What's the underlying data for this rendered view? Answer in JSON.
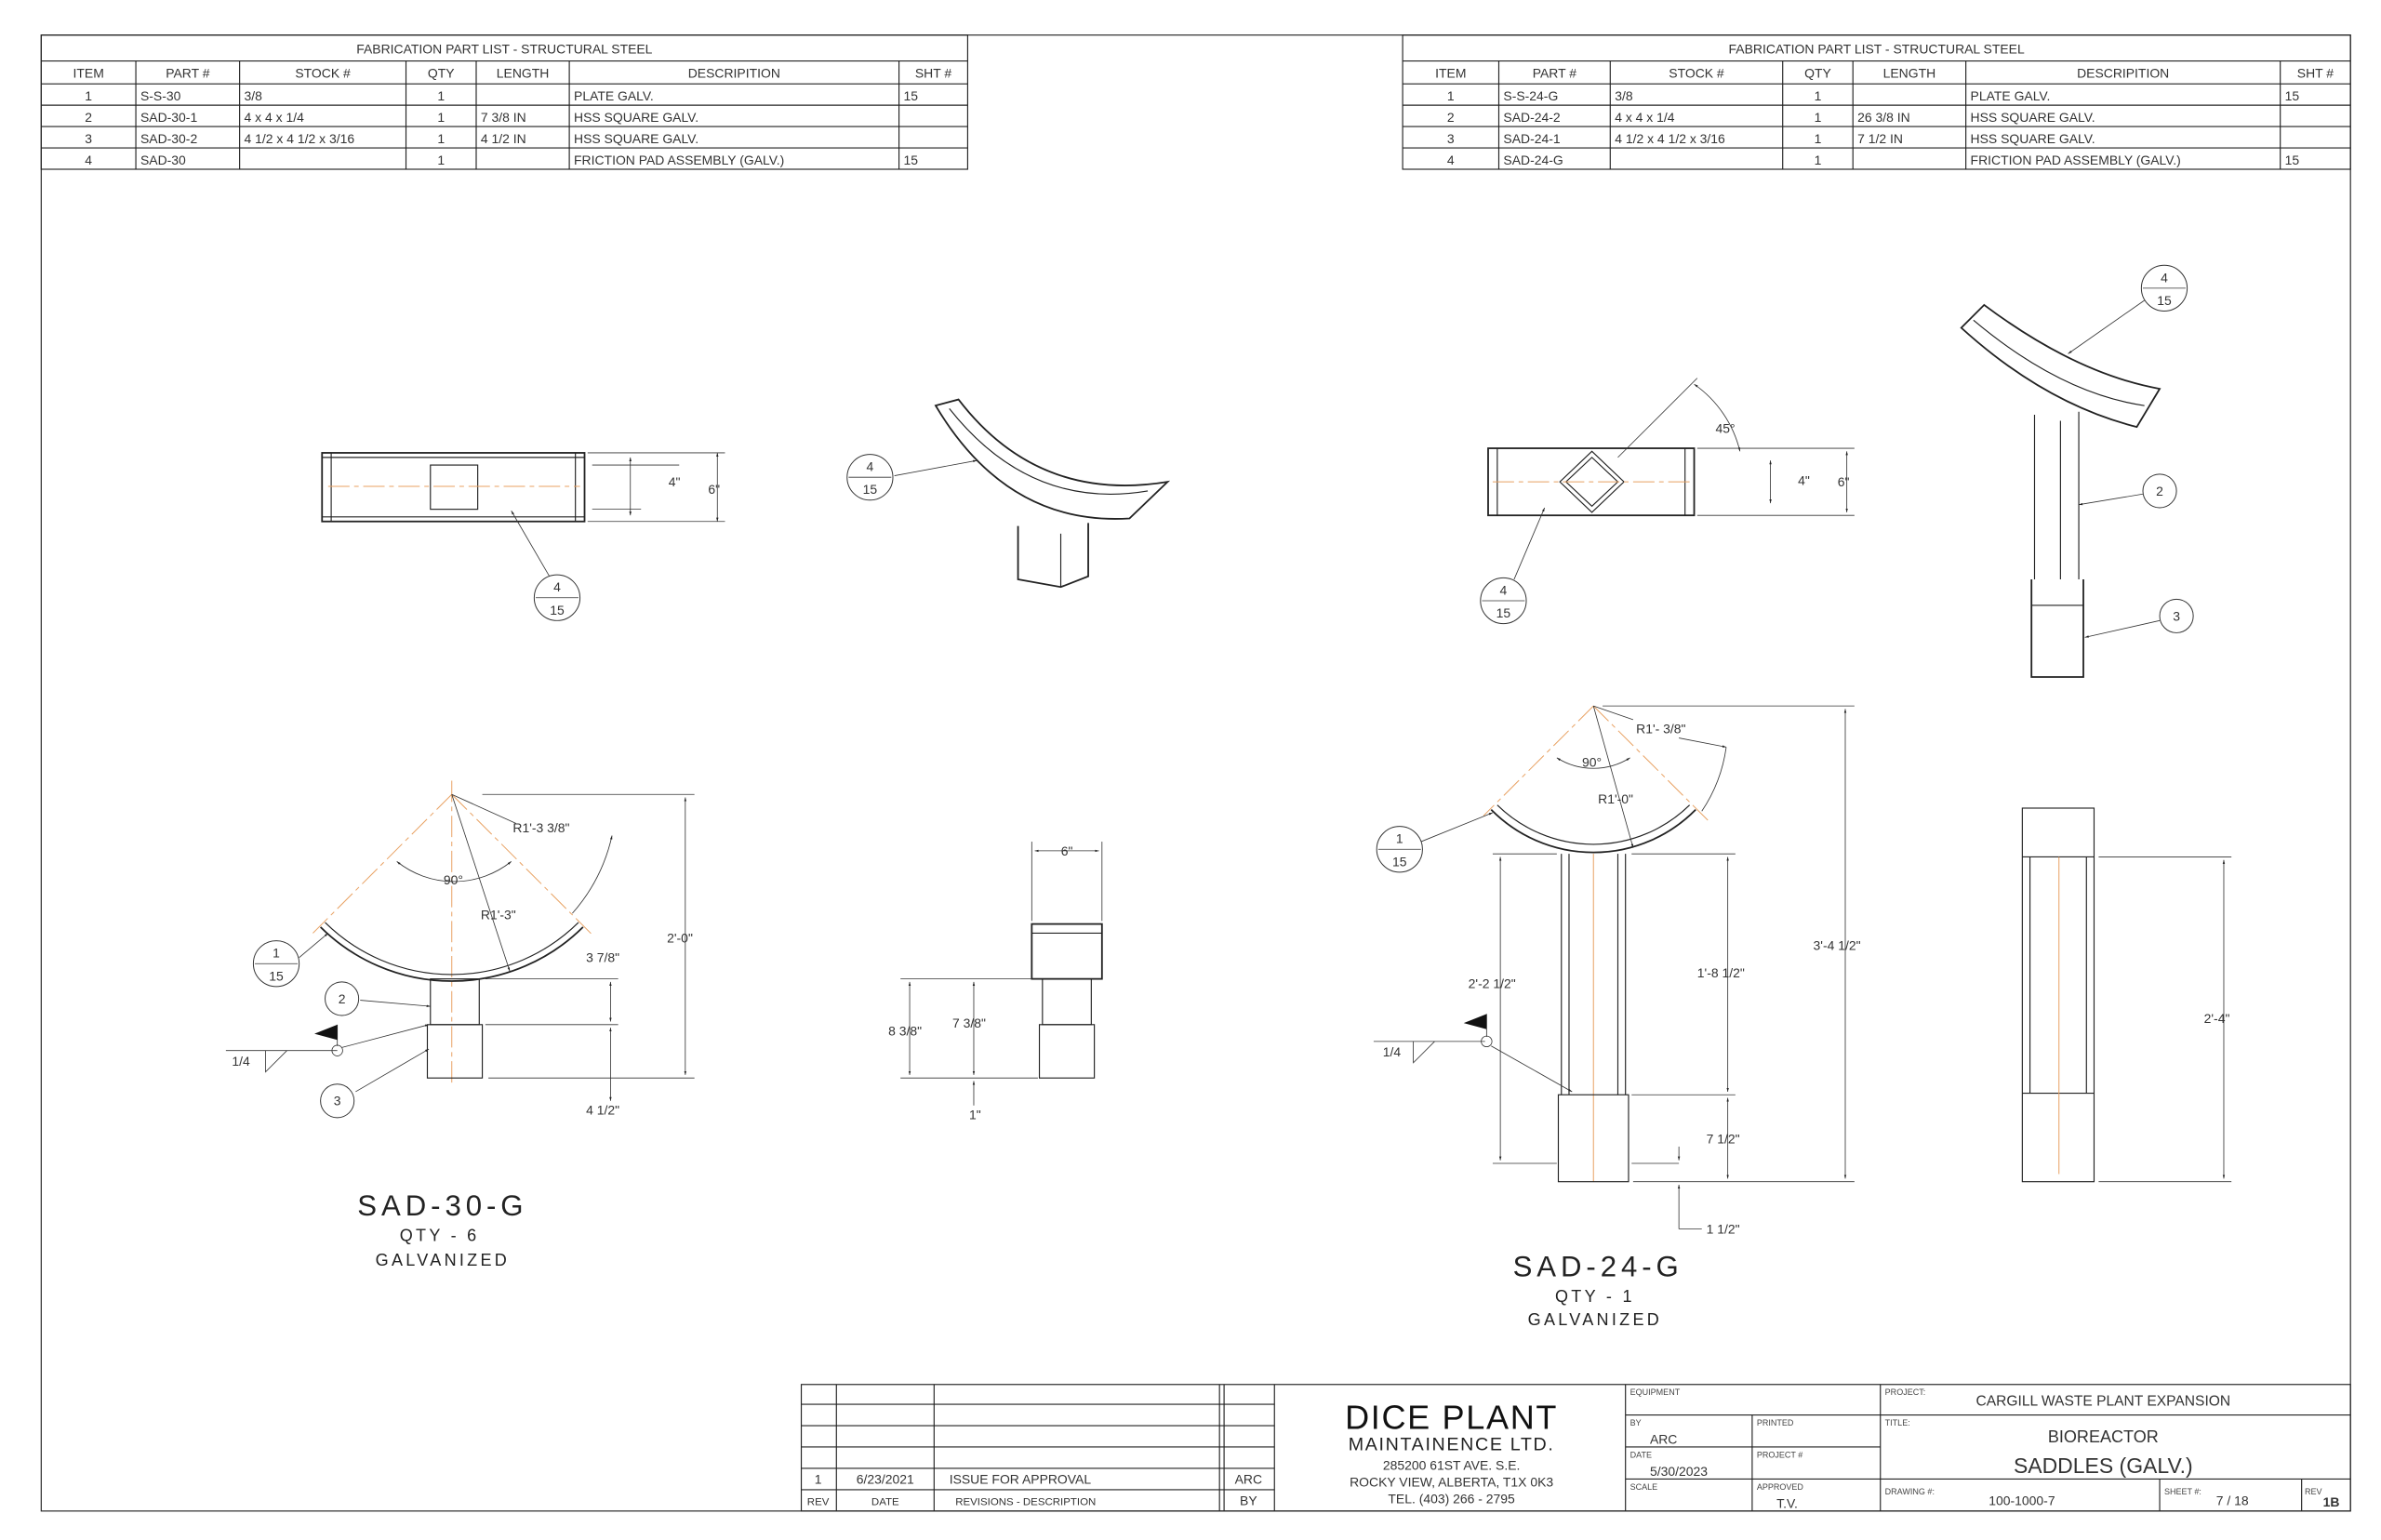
{
  "tables": [
    {
      "title": "FABRICATION PART LIST - STRUCTURAL STEEL",
      "headers": [
        "ITEM",
        "PART #",
        "STOCK #",
        "QTY",
        "LENGTH",
        "DESCRIPITION",
        "SHT #"
      ],
      "rows": [
        [
          "1",
          "S-S-30",
          "3/8",
          "1",
          "",
          "PLATE GALV.",
          "15"
        ],
        [
          "2",
          "SAD-30-1",
          "4 x 4 x 1/4",
          "1",
          "7 3/8 IN",
          "HSS SQUARE GALV.",
          ""
        ],
        [
          "3",
          "SAD-30-2",
          "4 1/2 x 4 1/2 x 3/16",
          "1",
          "4 1/2 IN",
          "HSS SQUARE GALV.",
          ""
        ],
        [
          "4",
          "SAD-30",
          "",
          "1",
          "",
          "FRICTION PAD ASSEMBLY (GALV.)",
          "15"
        ]
      ]
    },
    {
      "title": "FABRICATION PART LIST - STRUCTURAL STEEL",
      "headers": [
        "ITEM",
        "PART #",
        "STOCK #",
        "QTY",
        "LENGTH",
        "DESCRIPITION",
        "SHT #"
      ],
      "rows": [
        [
          "1",
          "S-S-24-G",
          "3/8",
          "1",
          "",
          "PLATE GALV.",
          "15"
        ],
        [
          "2",
          "SAD-24-2",
          "4 x 4 x 1/4",
          "1",
          "26 3/8 IN",
          "HSS SQUARE GALV.",
          ""
        ],
        [
          "3",
          "SAD-24-1",
          "4 1/2 x 4 1/2 x 3/16",
          "1",
          "7 1/2 IN",
          "HSS SQUARE GALV.",
          ""
        ],
        [
          "4",
          "SAD-24-G",
          "",
          "1",
          "",
          "FRICTION PAD ASSEMBLY (GALV.)",
          "15"
        ]
      ]
    }
  ],
  "left": {
    "plan": {
      "dim_4": "4\"",
      "dim_6": "6\"",
      "callout": {
        "top": "4",
        "bottom": "15"
      }
    },
    "iso": {
      "callout": {
        "top": "4",
        "bottom": "15"
      }
    },
    "elev": {
      "r_outer": "R1'-3 3/8\"",
      "r_inner": "R1'-3\"",
      "angle": "90°",
      "height": "2'-0\"",
      "d1": "3 7/8\"",
      "d2": "4 1/2\"",
      "callout1": {
        "top": "1",
        "bottom": "15"
      },
      "callout2": "2",
      "callout3": "3",
      "weld": "1/4"
    },
    "side": {
      "width": "6\"",
      "h1": "8 3/8\"",
      "h2": "7 3/8\"",
      "h3": "1\""
    },
    "label": {
      "name": "SAD-30-G",
      "qty": "QTY - 6",
      "finish": "GALVANIZED"
    }
  },
  "right": {
    "plan": {
      "angle": "45°",
      "dim_4": "4\"",
      "dim_6": "6\"",
      "callout": {
        "top": "4",
        "bottom": "15"
      }
    },
    "iso": {
      "callout1": {
        "top": "4",
        "bottom": "15"
      },
      "callout2": "2",
      "callout3": "3"
    },
    "elev": {
      "r_outer": "R1'- 3/8\"",
      "r_inner": "R1'-0\"",
      "angle": "90°",
      "h_total": "3'-4 1/2\"",
      "h_post": "2'-2 1/2\"",
      "h_upper": "1'-8 1/2\"",
      "h_sleeve": "7 1/2\"",
      "h_base": "1 1/2\"",
      "callout1": {
        "top": "1",
        "bottom": "15"
      },
      "weld": "1/4"
    },
    "side": {
      "height": "2'-4\""
    },
    "label": {
      "name": "SAD-24-G",
      "qty": "QTY - 1",
      "finish": "GALVANIZED"
    }
  },
  "titleblock": {
    "revisions": [
      {
        "rev": "1",
        "date": "6/23/2021",
        "desc": "ISSUE FOR APPROVAL",
        "by": "ARC"
      }
    ],
    "rev_headers": {
      "rev": "REV",
      "date": "DATE",
      "desc": "REVISIONS - DESCRIPTION",
      "by": "BY"
    },
    "company": {
      "name": "DICE PLANT",
      "sub": "MAINTAINENCE LTD.",
      "addr1": "285200 61ST AVE. S.E.",
      "addr2": "ROCKY VIEW, ALBERTA, T1X 0K3",
      "tel": "TEL. (403) 266 - 2795"
    },
    "equipment_label": "EQUIPMENT",
    "by_label": "BY",
    "by": "ARC",
    "printed_label": "PRINTED",
    "date_label": "DATE",
    "date": "5/30/2023",
    "project_no_label": "PROJECT #",
    "scale_label": "SCALE",
    "approved_label": "APPROVED",
    "approved": "T.V.",
    "project_label": "PROJECT:",
    "project": "CARGILL WASTE PLANT EXPANSION",
    "title_label": "TITLE:",
    "title1": "BIOREACTOR",
    "title2": "SADDLES (GALV.)",
    "drawing_label": "DRAWING #:",
    "drawing": "100-1000-7",
    "sheet_label": "SHEET #:",
    "sheet": "7 / 18",
    "rev_label": "REV",
    "rev": "1B"
  }
}
